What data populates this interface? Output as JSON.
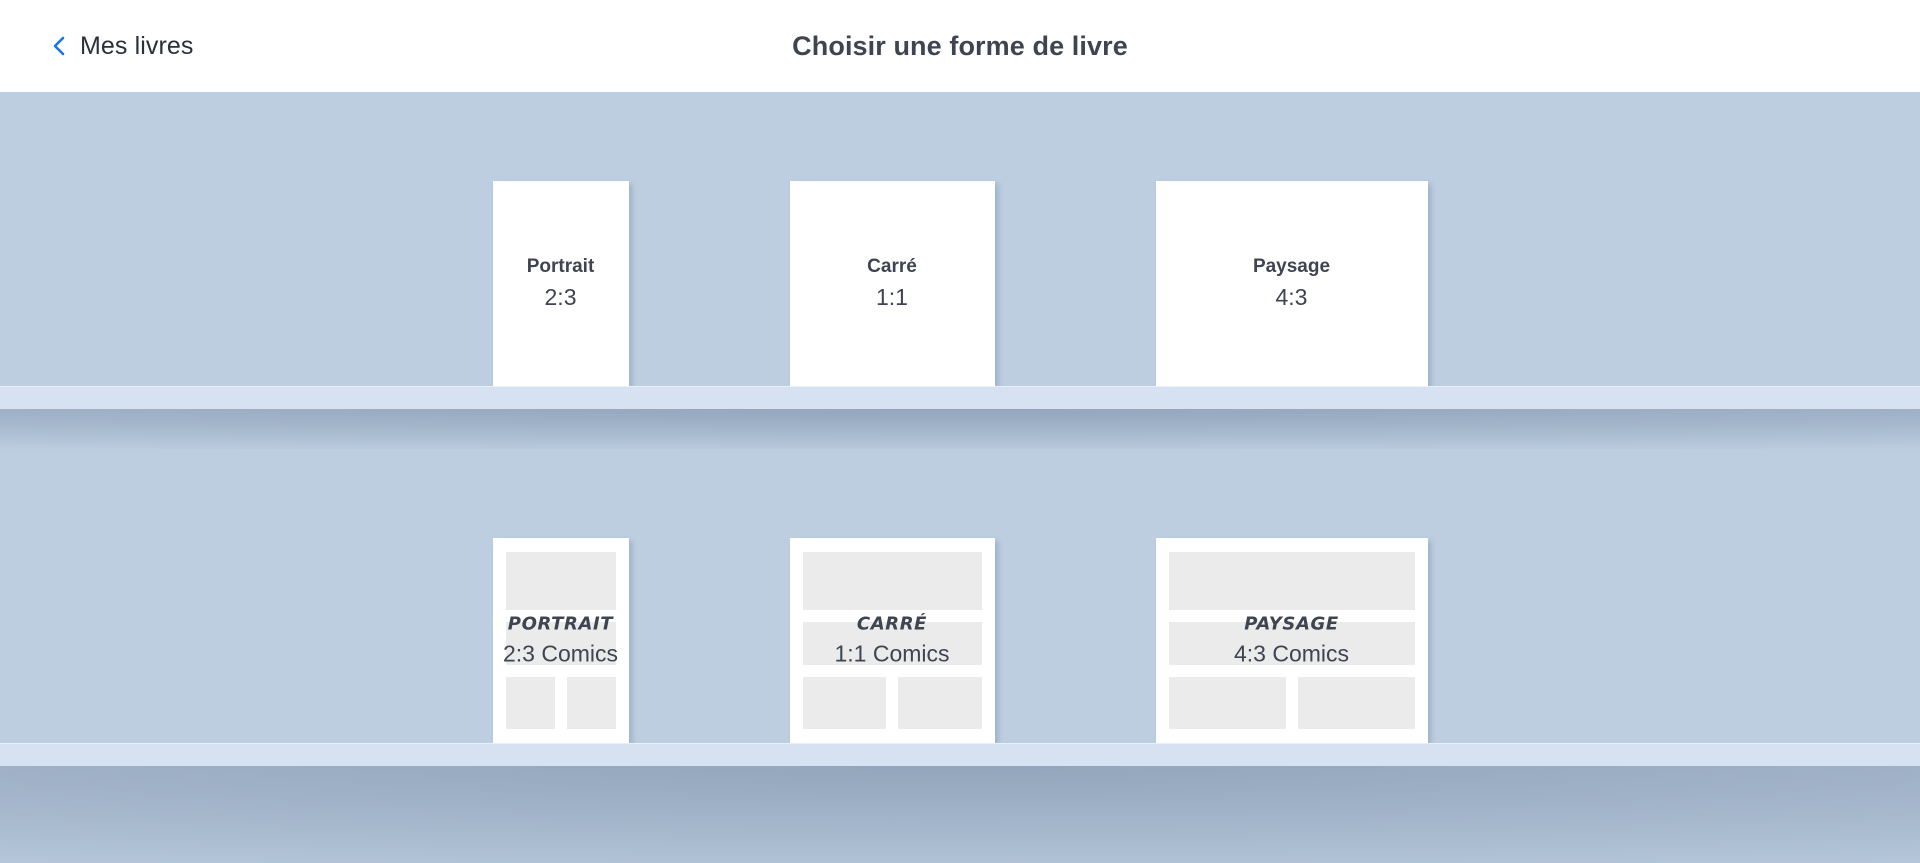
{
  "header": {
    "back_label": "Mes livres",
    "back_icon": "chevron-left-icon",
    "title": "Choisir une forme de livre",
    "accent_color": "#1a73e8",
    "title_color": "#3f4451"
  },
  "theme": {
    "background": "#bccee0",
    "shelf_ledge": "#d6e2f1",
    "card_background": "#ffffff",
    "panel_gray": "#ebebeb",
    "text_color": "#3f4451"
  },
  "shelves": [
    {
      "id": "shelf-standard",
      "books": [
        {
          "id": "portrait",
          "name": "Portrait",
          "ratio": "2:3"
        },
        {
          "id": "carre",
          "name": "Carré",
          "ratio": "1:1"
        },
        {
          "id": "paysage",
          "name": "Paysage",
          "ratio": "4:3"
        }
      ]
    },
    {
      "id": "shelf-comics",
      "books": [
        {
          "id": "portrait-comics",
          "name": "Portrait",
          "ratio": "2:3 Comics"
        },
        {
          "id": "carre-comics",
          "name": "Carré",
          "ratio": "1:1 Comics"
        },
        {
          "id": "paysage-comics",
          "name": "Paysage",
          "ratio": "4:3 Comics"
        }
      ]
    }
  ]
}
